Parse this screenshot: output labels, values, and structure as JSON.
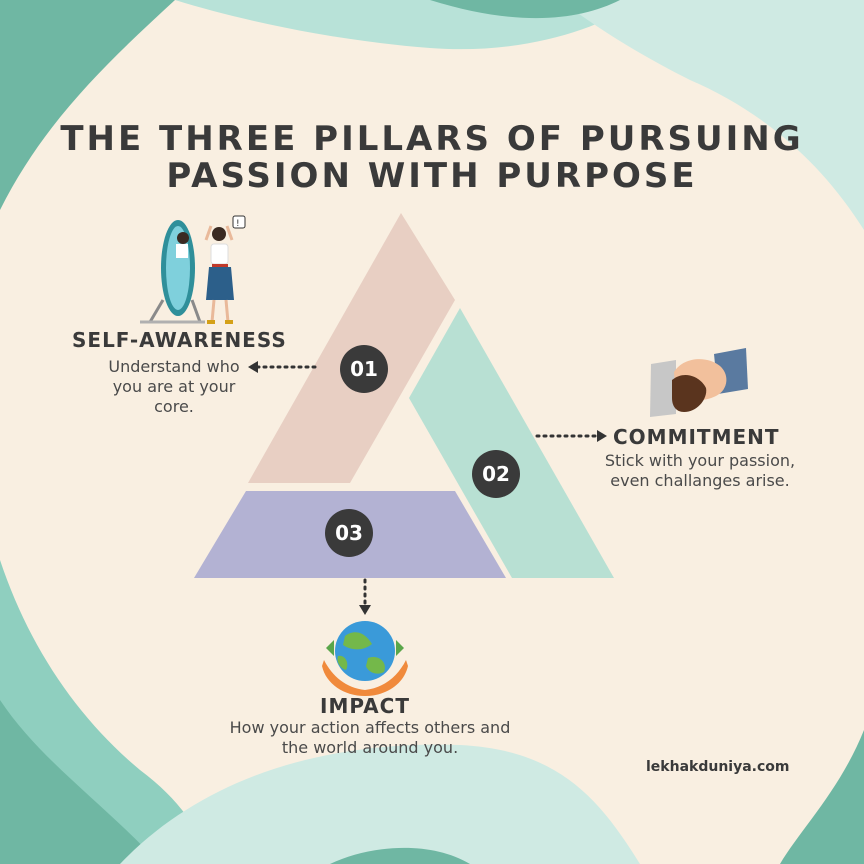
{
  "title": {
    "line1": "THE THREE PILLARS OF PURSUING",
    "line2": "PASSION WITH PURPOSE"
  },
  "pillars": [
    {
      "number": "01",
      "heading": "SELF-AWARENESS",
      "description": "Understand who you are at your core.",
      "color": "#e8cfc3",
      "icon": "mirror-woman-icon"
    },
    {
      "number": "02",
      "heading": "COMMITMENT",
      "description": "Stick with your passion, even challanges arise.",
      "color": "#b8e0d3",
      "icon": "handshake-icon"
    },
    {
      "number": "03",
      "heading": "IMPACT",
      "description": "How your action affects others and the world around you.",
      "color": "#b3b2d3",
      "icon": "globe-in-hands-icon"
    }
  ],
  "site": "lekhakduniya.com",
  "colors": {
    "background": "#f9efe1",
    "accent_teal": "#8fcfbf",
    "badge": "#3a3a3a",
    "text": "#3a3a3a"
  }
}
